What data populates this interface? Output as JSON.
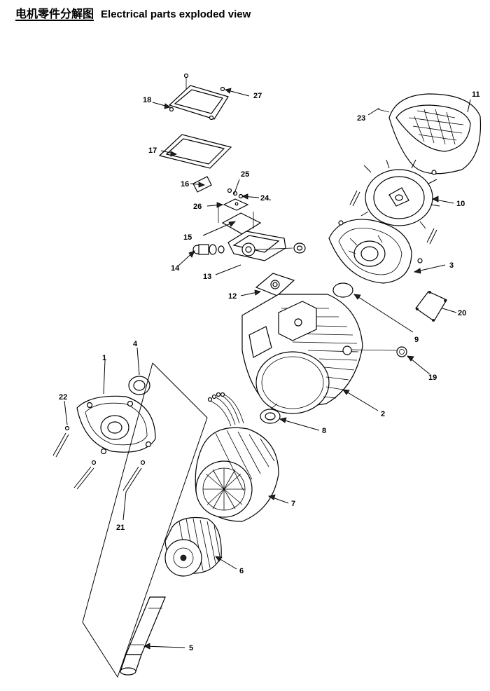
{
  "header": {
    "title_cn": "电机零件分解图",
    "title_en": "Electrical parts exploded view"
  },
  "callouts": {
    "c1": "1",
    "c2": "2",
    "c3": "3",
    "c4": "4",
    "c5": "5",
    "c6": "6",
    "c7": "7",
    "c8": "8",
    "c9": "9",
    "c10": "10",
    "c11": "11",
    "c12": "12",
    "c13": "13",
    "c14": "14",
    "c15": "15",
    "c16": "16",
    "c17": "17",
    "c18": "18",
    "c19": "19",
    "c20": "20",
    "c21": "21",
    "c22": "22",
    "c23": "23",
    "c24": "24.",
    "c25": "25",
    "c26": "26",
    "c27": "27"
  }
}
